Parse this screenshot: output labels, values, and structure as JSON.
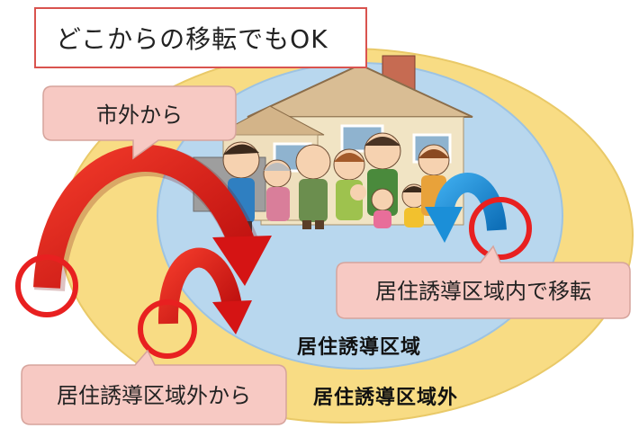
{
  "title": "どこからの移転でもOK",
  "callouts": {
    "from_outside_city": "市外から",
    "from_outside_area": "居住誘導区域外から",
    "within_area": "居住誘導区域内で移転"
  },
  "zones": {
    "inner": "居住誘導区域",
    "outer": "居住誘導区域外"
  },
  "colors": {
    "outer_zone": "#f8dc84",
    "inner_zone": "#b8d7ee",
    "red_arrow": "#e01818",
    "blue_arrow": "#1b8fd8",
    "callout_fill": "#f7c9c3",
    "highlight_ring": "#e82020"
  }
}
